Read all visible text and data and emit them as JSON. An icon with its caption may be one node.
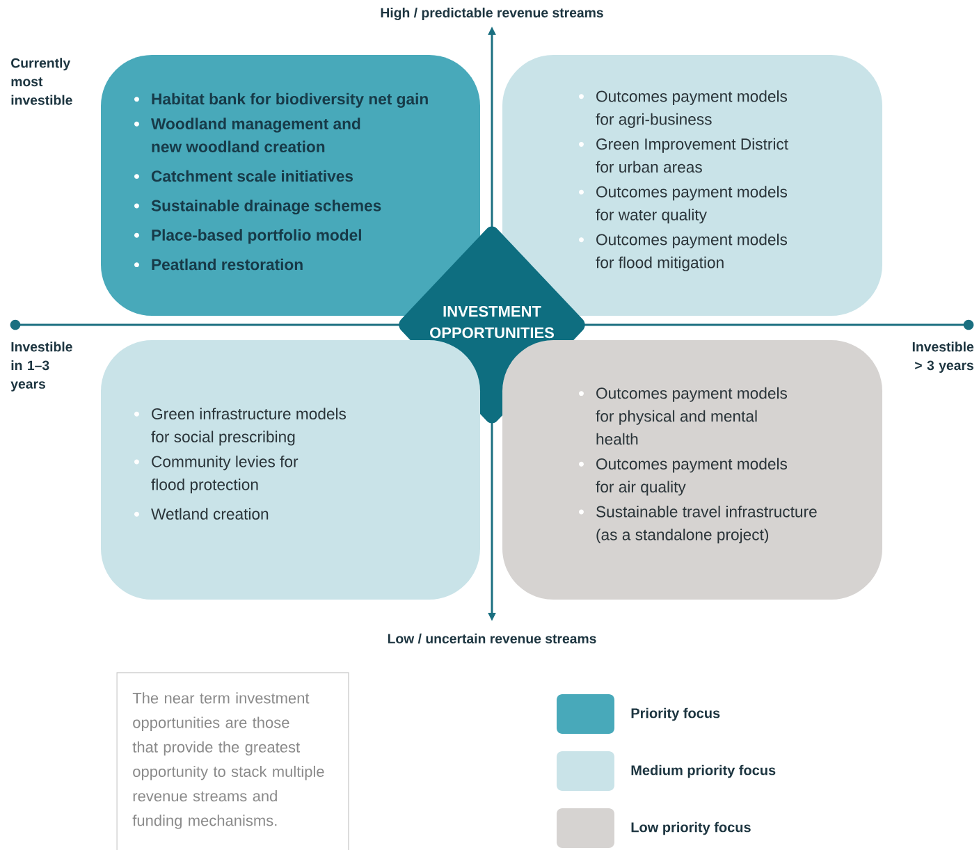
{
  "diagram": {
    "nodes": [
      {
        "text": [
          "Habitat bank for biodiversity net gain",
          "Woodland management and new woodland creation",
          "Catchment scale initiatives",
          "Sustainable drainage schemes",
          "Place-based portfolio model",
          "Peatland restoration"
        ]
      },
      {
        "text": [
          "Outcomes payment models for agri-business",
          "Green Improvement District for urban areas",
          "Outcomes payment models for water quality",
          "Outcomes payment models for flood mitigation"
        ]
      },
      {
        "text": [
          "INVESTMENT OPPORTUNITIES"
        ]
      },
      {
        "text": [
          "Green infrastructure models for social prescribing",
          "Community levies for flood protection",
          "Wetland creation"
        ]
      },
      {
        "text": [
          "Outcomes payment models for physical and mental health",
          "Outcomes payment models for air quality",
          "Sustainable travel infrastructure (as a standalone project)"
        ]
      },
      {
        "text": [
          "The near term investment opportunities are those that provide the greatest opportunity to stack multiple revenue streams and funding mechanisms."
        ]
      }
    ],
    "labels": [
      "High / predictable revenue streams",
      "Currently most investible",
      "Investible in 1–3 years",
      "Investible > 3 years",
      "Low / uncertain revenue streams"
    ],
    "legend": [
      {
        "text": "Priority focus",
        "color": "#48a9ba"
      },
      {
        "text": "Medium priority focus",
        "color": "#c9e3e8"
      },
      {
        "text": "Low priority focus",
        "color": "#d6d3d1"
      }
    ]
  }
}
